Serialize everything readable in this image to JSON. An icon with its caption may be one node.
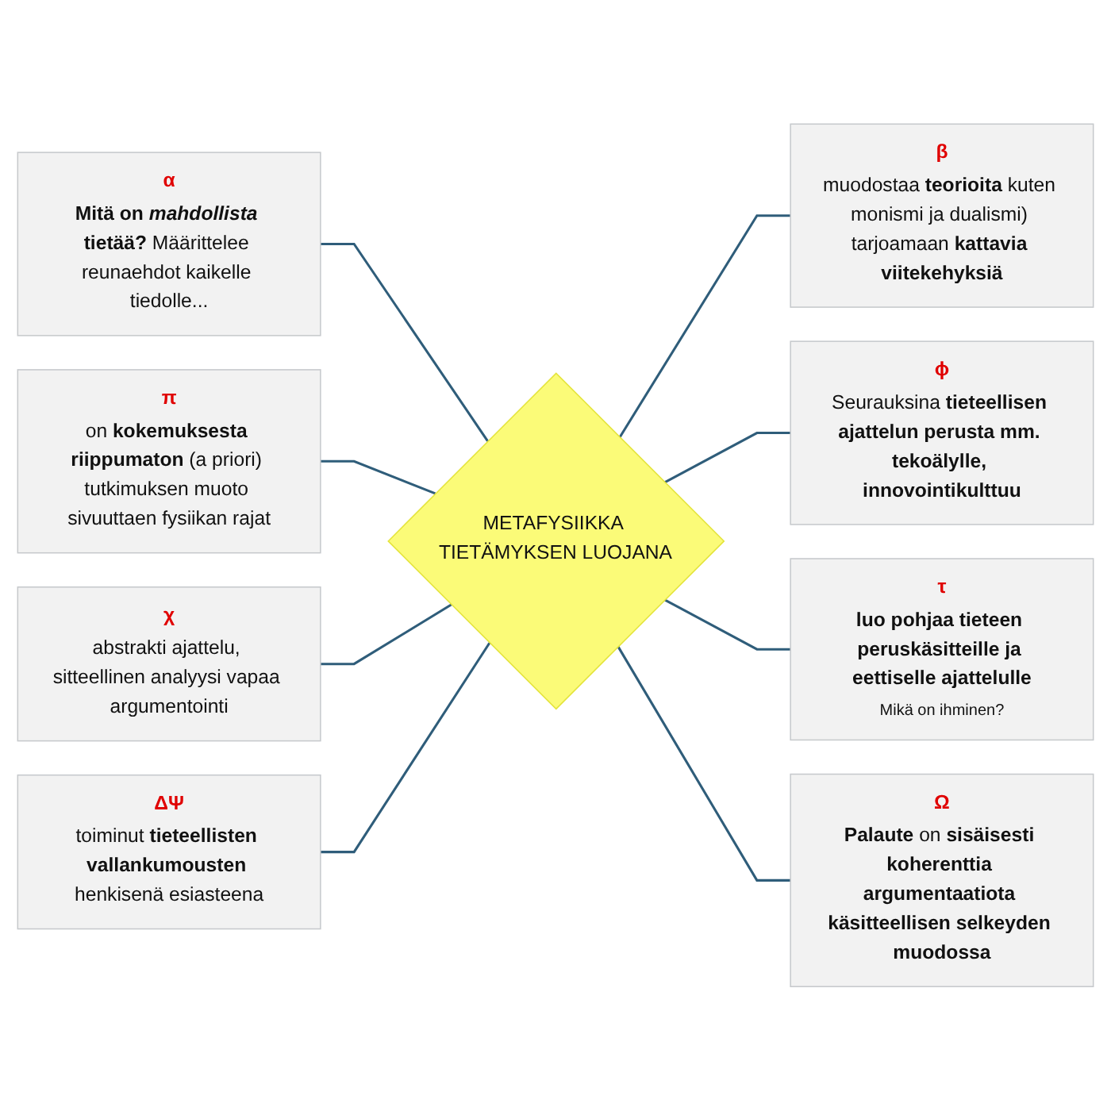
{
  "diagram": {
    "nodes": [
      {
        "text": [
          "α",
          "**Mitä on *mahdollista* tietää?** Määrittelee reunaehdot kaikelle tiedolle..."
        ]
      },
      {
        "text": [
          "π",
          "on **kokemuksesta riippumaton** (a priori) tutkimuksen muoto sivuuttaen fysiikan rajat"
        ]
      },
      {
        "text": [
          "β",
          "muodostaa **teorioita** kuten monismi ja dualismi) tarjoamaan **kattavia viitekehyksiä**"
        ]
      },
      {
        "text": [
          "METAFYSIIKKA TIETÄMYKSEN LUOJANA"
        ]
      },
      {
        "text": [
          "χ",
          "abstrakti ajattelu, sitteellinen analyysi vapaa argumentointi"
        ]
      },
      {
        "text": [
          "ϕ",
          "Seurauksina **tieteellisen ajattelun perusta mm. tekoälylle, innovointikulttuu**"
        ]
      },
      {
        "text": [
          "ΔΨ",
          "toiminut **tieteellisten vallankumousten** henkisenä esiasteena"
        ]
      },
      {
        "text": [
          "τ",
          "luo pohjaa tieteen peruskäsitteille ja eettiselle ajattelulle",
          "Mikä on ihminen?"
        ]
      },
      {
        "text": [
          "Ω",
          "**Palaute** on **sisäisesti koherenttia argumentaatiota käsitteellisen selkeyden muodossa**"
        ]
      }
    ],
    "edges": [
      {
        "from": 0,
        "to": 3,
        "arrow": "none"
      },
      {
        "from": 1,
        "to": 3,
        "arrow": "none"
      },
      {
        "from": 3,
        "to": 2,
        "arrow": "none"
      },
      {
        "from": 4,
        "to": 3,
        "arrow": "none"
      },
      {
        "from": 3,
        "to": 5,
        "arrow": "none"
      },
      {
        "from": 6,
        "to": 3,
        "arrow": "none"
      },
      {
        "from": 3,
        "to": 7,
        "arrow": "none"
      },
      {
        "from": 3,
        "to": 8,
        "arrow": "none"
      }
    ]
  }
}
